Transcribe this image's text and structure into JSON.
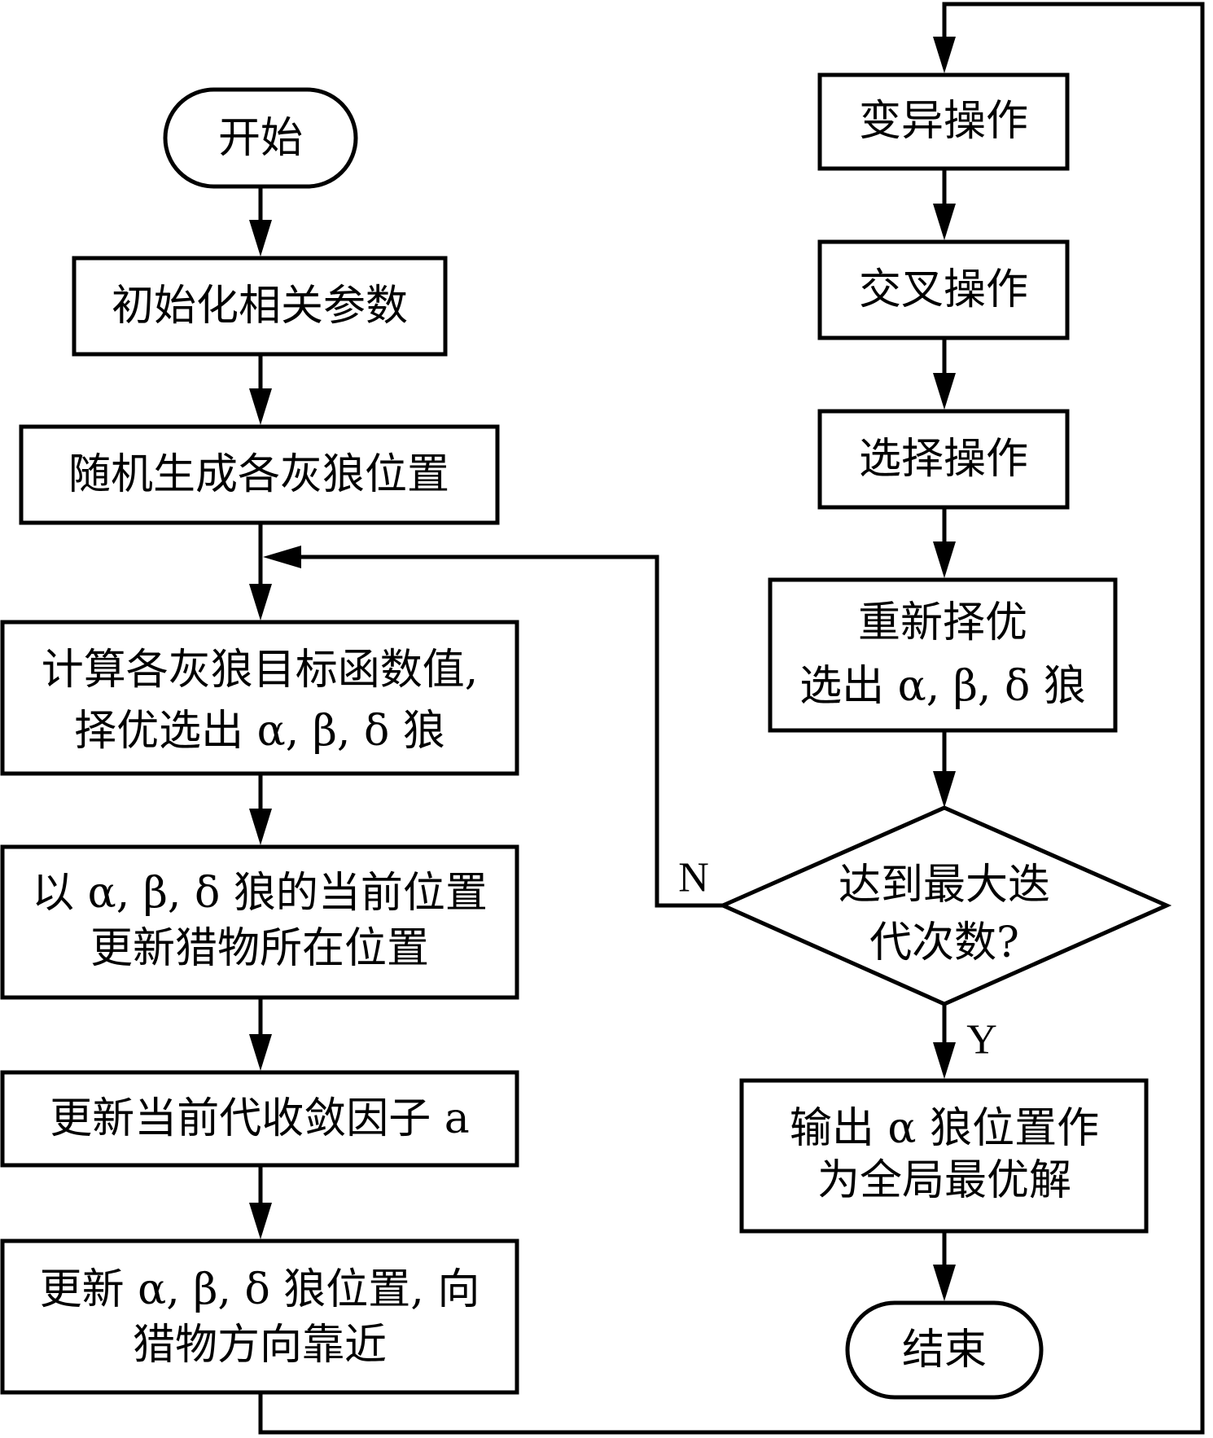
{
  "nodes": {
    "start": "开始",
    "init_params": "初始化相关参数",
    "random_positions": "随机生成各灰狼位置",
    "calc_fitness_line1": "计算各灰狼目标函数值,",
    "calc_fitness_line2": "择优选出 α, β, δ 狼",
    "update_prey_line1": "以 α, β, δ 狼的当前位置",
    "update_prey_line2": "更新猎物所在位置",
    "update_factor": "更新当前代收敛因子 a",
    "update_wolves_line1": "更新 α, β, δ 狼位置, 向",
    "update_wolves_line2": "猎物方向靠近",
    "mutation": "变异操作",
    "crossover": "交叉操作",
    "selection": "选择操作",
    "reselect_line1": "重新择优",
    "reselect_line2": "选出 α, β, δ 狼",
    "decision_line1": "达到最大迭",
    "decision_line2": "代次数?",
    "output_line1": "输出 α 狼位置作",
    "output_line2": "为全局最优解",
    "end": "结束"
  },
  "edge_labels": {
    "no": "N",
    "yes": "Y"
  }
}
